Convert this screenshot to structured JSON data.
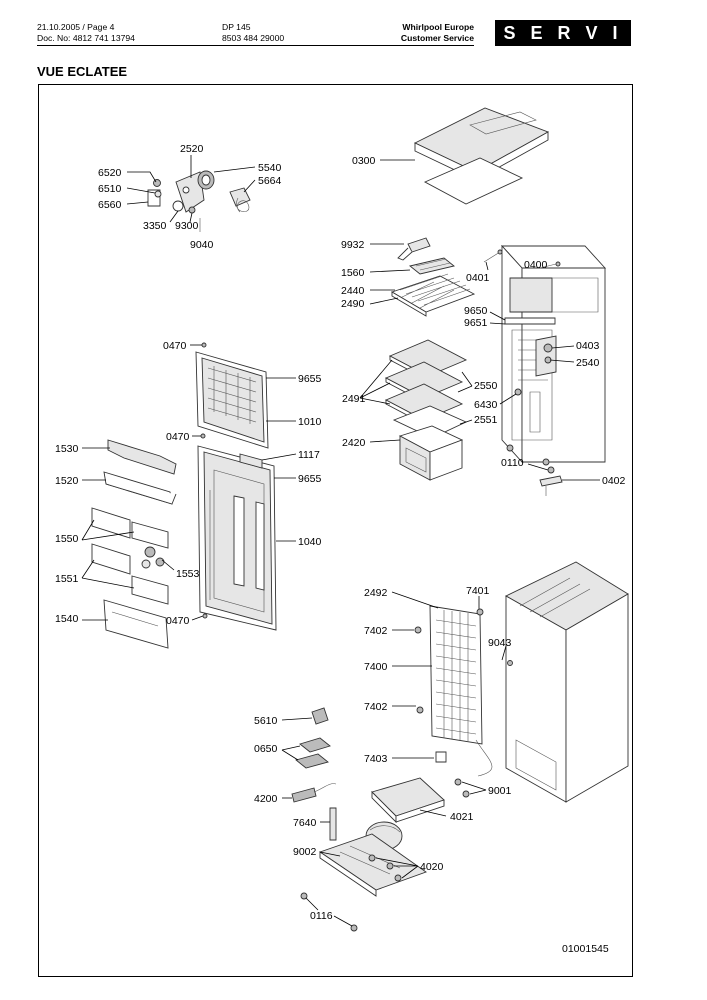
{
  "header": {
    "date_page": "21.10.2005 / Page 4",
    "doc_no": "Doc. No: 4812 741 13794",
    "model": "DP 145",
    "model_code": "8503 484 29000",
    "company": "Whirlpool Europe",
    "department": "Customer Service",
    "service_label": "S E R V I C E"
  },
  "page_title": "VUE ECLATEE",
  "drawing_number": "01001545",
  "part_labels": {
    "p2520": "2520",
    "p6520": "6520",
    "p6510": "6510",
    "p6560": "6560",
    "p5540": "5540",
    "p5664": "5664",
    "p3350": "3350",
    "p9300": "9300",
    "p9040": "9040",
    "p0300": "0300",
    "p9932": "9932",
    "p1560": "1560",
    "p2440": "2440",
    "p2490": "2490",
    "p0401": "0401",
    "p0400": "0400",
    "p9650": "9650",
    "p9651": "9651",
    "p0403": "0403",
    "p2540": "2540",
    "p2550": "2550",
    "p2491": "2491",
    "p6430": "6430",
    "p2551": "2551",
    "p2420": "2420",
    "p0110": "0110",
    "p0402": "0402",
    "p0470a": "0470",
    "p9655a": "9655",
    "p1010": "1010",
    "p0470b": "0470",
    "p1530": "1530",
    "p1117": "1117",
    "p9655b": "9655",
    "p1520": "1520",
    "p1040": "1040",
    "p1550": "1550",
    "p1551": "1551",
    "p1553": "1553",
    "p1540": "1540",
    "p0470c": "0470",
    "p2492": "2492",
    "p7401": "7401",
    "p7402a": "7402",
    "p9043": "9043",
    "p7400": "7400",
    "p7402b": "7402",
    "p5610": "5610",
    "p0650": "0650",
    "p7403": "7403",
    "p9001": "9001",
    "p4200": "4200",
    "p4021": "4021",
    "p7640": "7640",
    "p9002": "9002",
    "p4020": "4020",
    "p0116": "0116"
  }
}
